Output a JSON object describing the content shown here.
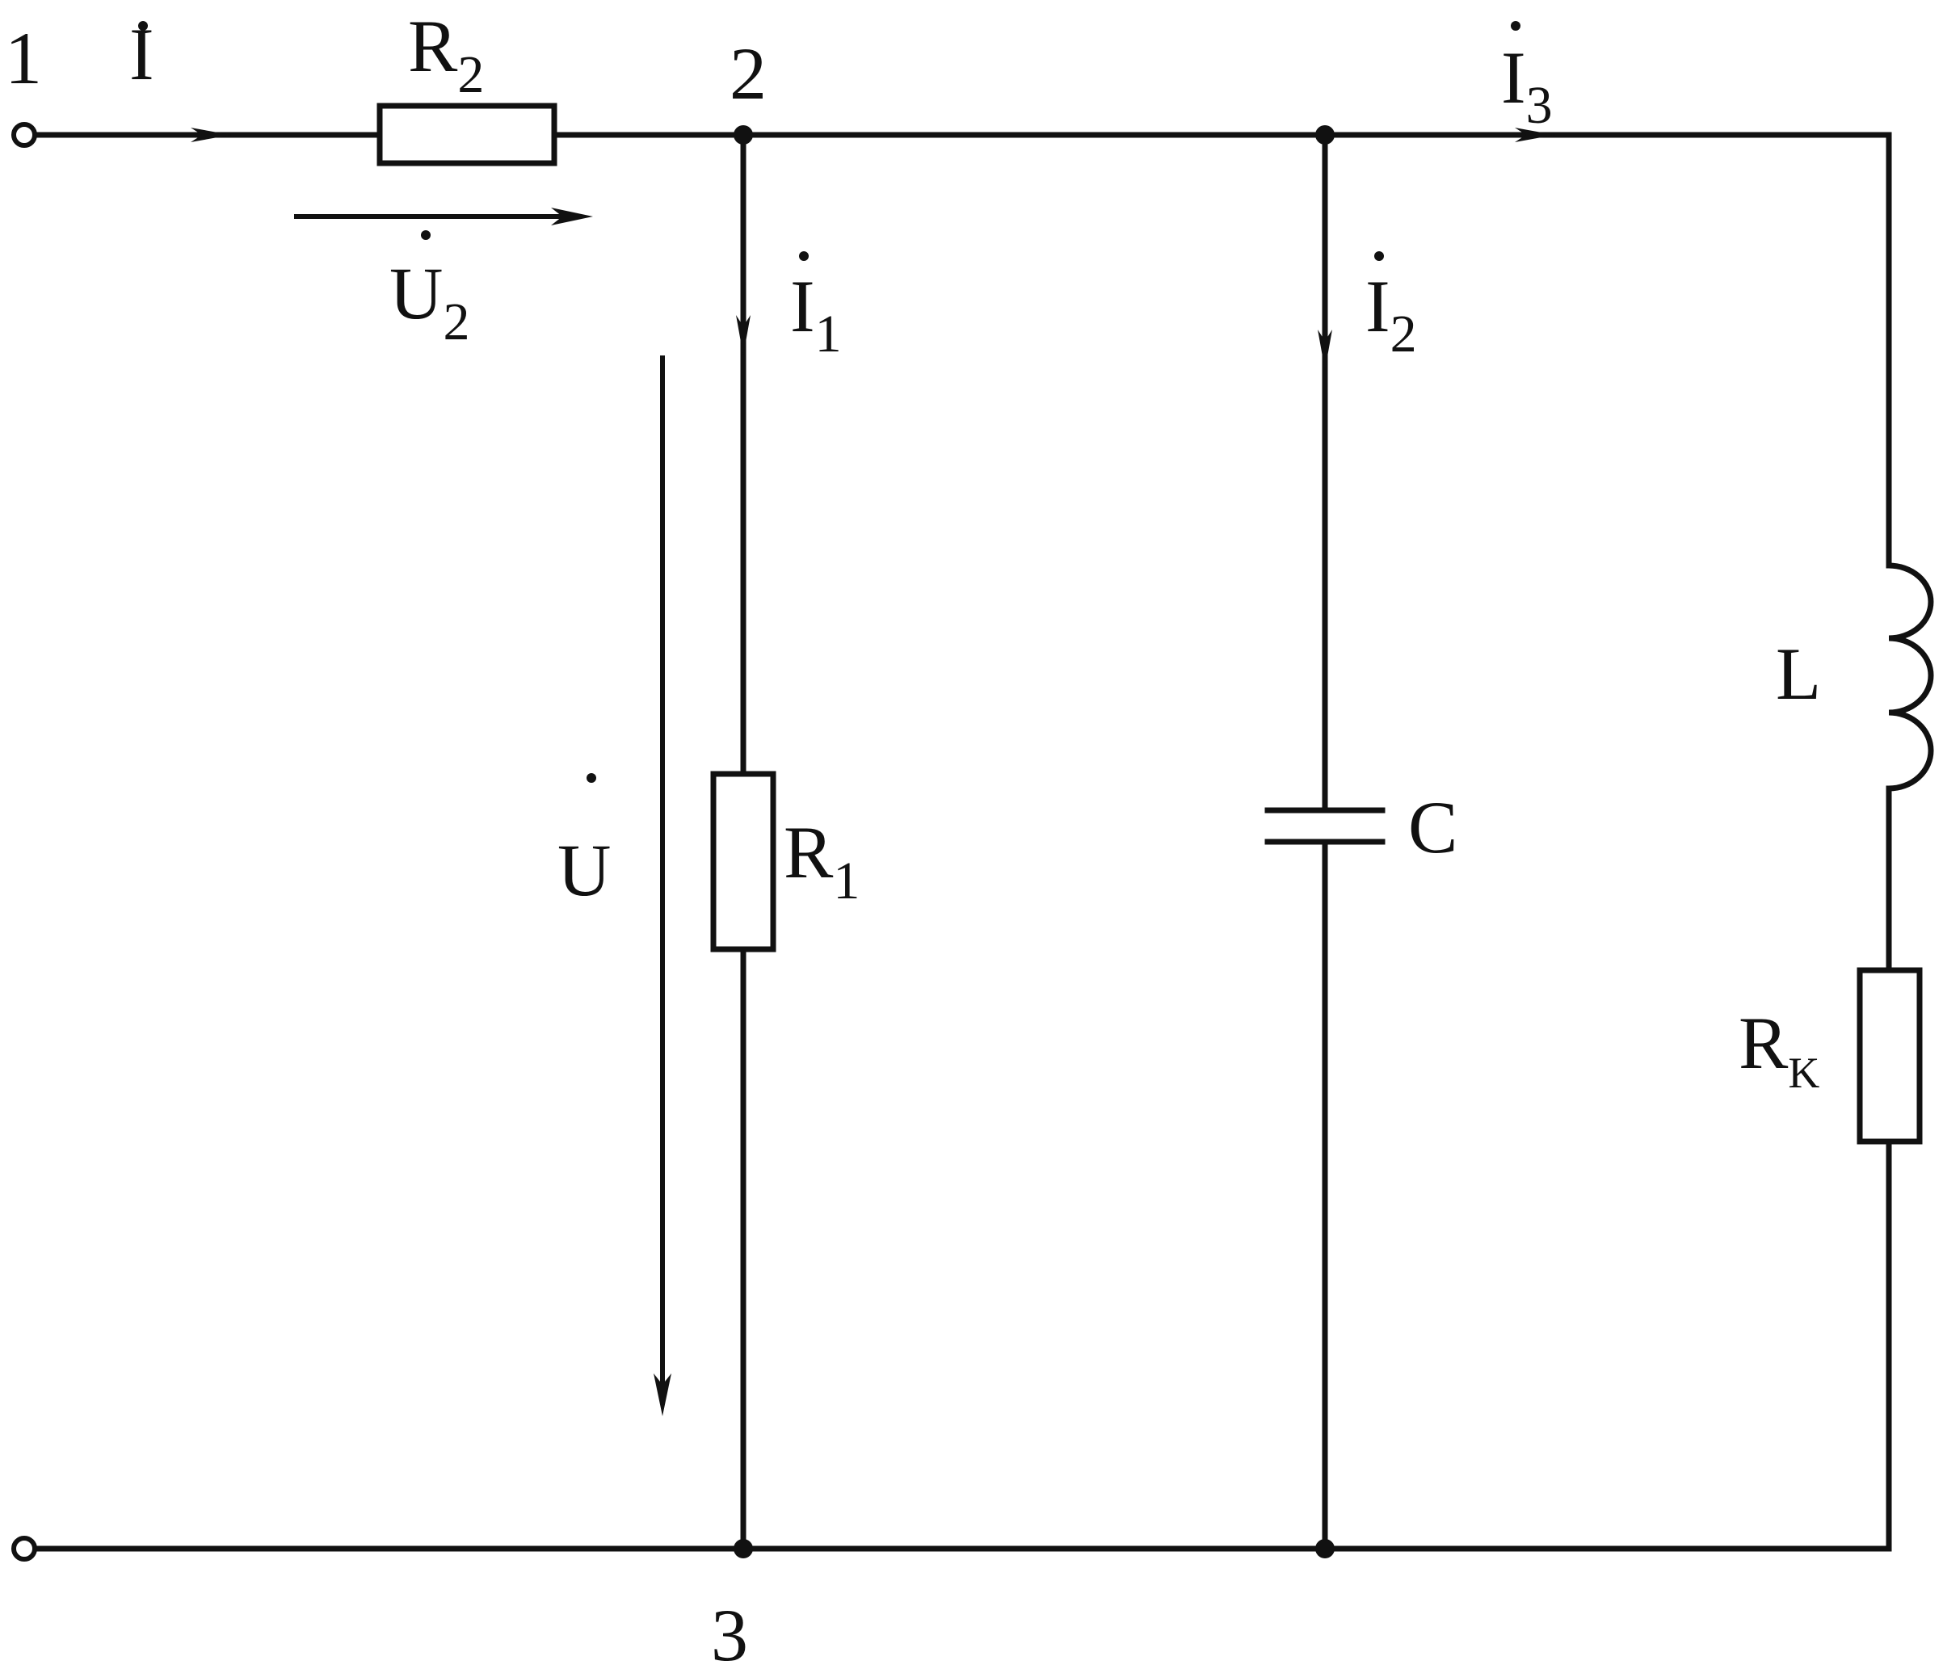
{
  "nodes": {
    "n1": "1",
    "n2": "2",
    "n3": "3"
  },
  "currents": {
    "i": {
      "main": "I",
      "sub": ""
    },
    "i1": {
      "main": "I",
      "sub": "1"
    },
    "i2": {
      "main": "I",
      "sub": "2"
    },
    "i3": {
      "main": "I",
      "sub": "3"
    }
  },
  "voltages": {
    "u": {
      "main": "U",
      "sub": ""
    },
    "u2": {
      "main": "U",
      "sub": "2"
    }
  },
  "components": {
    "r2": {
      "main": "R",
      "sub": "2"
    },
    "r1": {
      "main": "R",
      "sub": "1"
    },
    "c": {
      "main": "C"
    },
    "l": {
      "main": "L"
    },
    "rk": {
      "main": "R",
      "sub": "K"
    }
  }
}
